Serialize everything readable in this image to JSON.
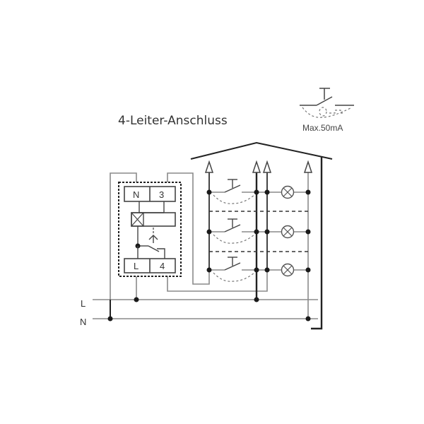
{
  "title": "4-Leiter-Anschluss",
  "legend": {
    "symbol": "illuminated-pushbutton",
    "label": "Max.50mA"
  },
  "relay": {
    "terminals_top": [
      "N",
      "3"
    ],
    "terminals_bottom": [
      "L",
      "4"
    ]
  },
  "bus_lines": {
    "line_label": "L",
    "neutral_label": "N"
  },
  "house": {
    "pushbuttons": 3,
    "lamps": 3,
    "arrows": 4
  },
  "colors": {
    "wire": "#8a8a8a",
    "wire_dark": "#222222",
    "text": "#333333"
  }
}
